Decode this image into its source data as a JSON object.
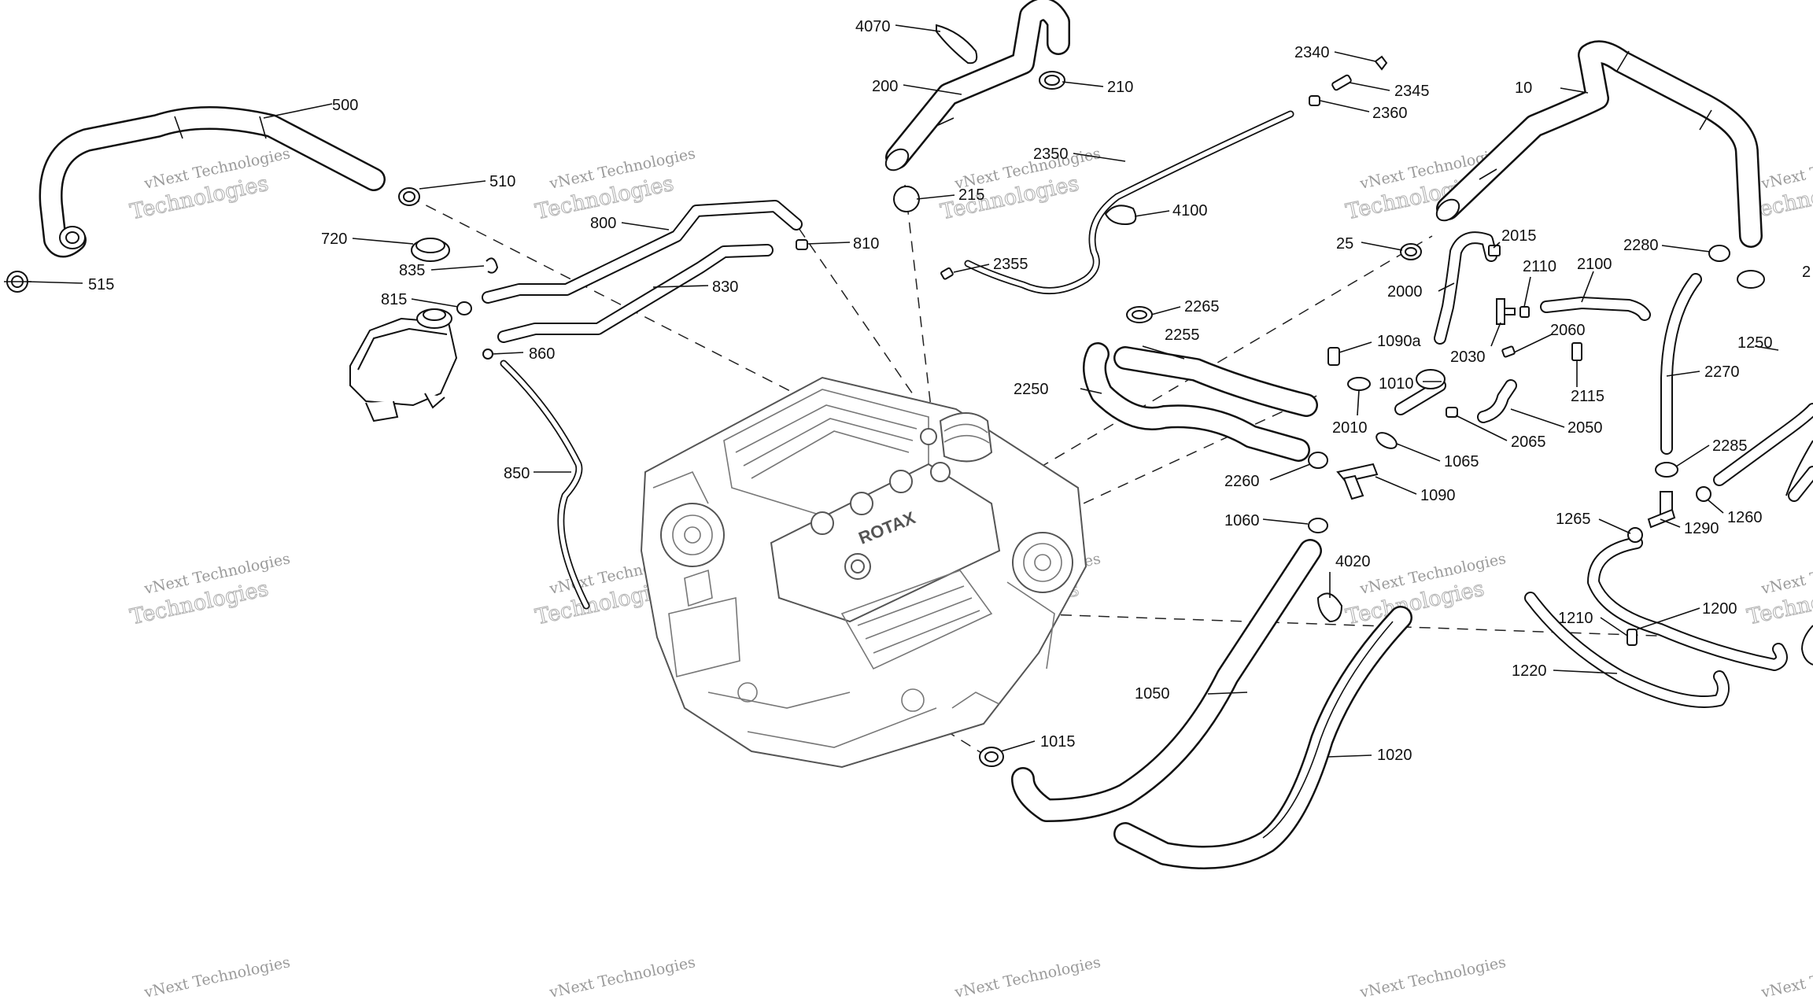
{
  "diagram": {
    "engine_brand": "ROTAX",
    "watermark": {
      "line1": "vNext Technologies",
      "line2": "Technologies"
    },
    "callouts": [
      {
        "id": "500",
        "label": "500"
      },
      {
        "id": "510",
        "label": "510"
      },
      {
        "id": "515",
        "label": "515"
      },
      {
        "id": "720",
        "label": "720"
      },
      {
        "id": "835",
        "label": "835"
      },
      {
        "id": "815",
        "label": "815"
      },
      {
        "id": "860",
        "label": "860"
      },
      {
        "id": "850",
        "label": "850"
      },
      {
        "id": "800",
        "label": "800"
      },
      {
        "id": "830",
        "label": "830"
      },
      {
        "id": "810",
        "label": "810"
      },
      {
        "id": "4070",
        "label": "4070"
      },
      {
        "id": "200",
        "label": "200"
      },
      {
        "id": "210",
        "label": "210"
      },
      {
        "id": "215",
        "label": "215"
      },
      {
        "id": "2340",
        "label": "2340"
      },
      {
        "id": "2345",
        "label": "2345"
      },
      {
        "id": "2360",
        "label": "2360"
      },
      {
        "id": "2350",
        "label": "2350"
      },
      {
        "id": "4100",
        "label": "4100"
      },
      {
        "id": "2355",
        "label": "2355"
      },
      {
        "id": "10",
        "label": "10"
      },
      {
        "id": "25",
        "label": "25"
      },
      {
        "id": "2015",
        "label": "2015"
      },
      {
        "id": "2000",
        "label": "2000"
      },
      {
        "id": "2110",
        "label": "2110"
      },
      {
        "id": "2100",
        "label": "2100"
      },
      {
        "id": "2280",
        "label": "2280"
      },
      {
        "id": "2edge",
        "label": "2"
      },
      {
        "id": "2265",
        "label": "2265"
      },
      {
        "id": "2255",
        "label": "2255"
      },
      {
        "id": "2250",
        "label": "2250"
      },
      {
        "id": "1090a",
        "label": "1090a"
      },
      {
        "id": "2030",
        "label": "2030"
      },
      {
        "id": "2060",
        "label": "2060"
      },
      {
        "id": "2115",
        "label": "2115"
      },
      {
        "id": "1250",
        "label": "1250"
      },
      {
        "id": "2270",
        "label": "2270"
      },
      {
        "id": "1010",
        "label": "1010"
      },
      {
        "id": "2010",
        "label": "2010"
      },
      {
        "id": "2050",
        "label": "2050"
      },
      {
        "id": "2065",
        "label": "2065"
      },
      {
        "id": "1065",
        "label": "1065"
      },
      {
        "id": "2285",
        "label": "2285"
      },
      {
        "id": "2260",
        "label": "2260"
      },
      {
        "id": "1090",
        "label": "1090"
      },
      {
        "id": "1260",
        "label": "1260"
      },
      {
        "id": "1060",
        "label": "1060"
      },
      {
        "id": "1265",
        "label": "1265"
      },
      {
        "id": "1290",
        "label": "1290"
      },
      {
        "id": "4020",
        "label": "4020"
      },
      {
        "id": "1200",
        "label": "1200"
      },
      {
        "id": "1210",
        "label": "1210"
      },
      {
        "id": "1220",
        "label": "1220"
      },
      {
        "id": "1050",
        "label": "1050"
      },
      {
        "id": "1015",
        "label": "1015"
      },
      {
        "id": "1020",
        "label": "1020"
      }
    ]
  }
}
